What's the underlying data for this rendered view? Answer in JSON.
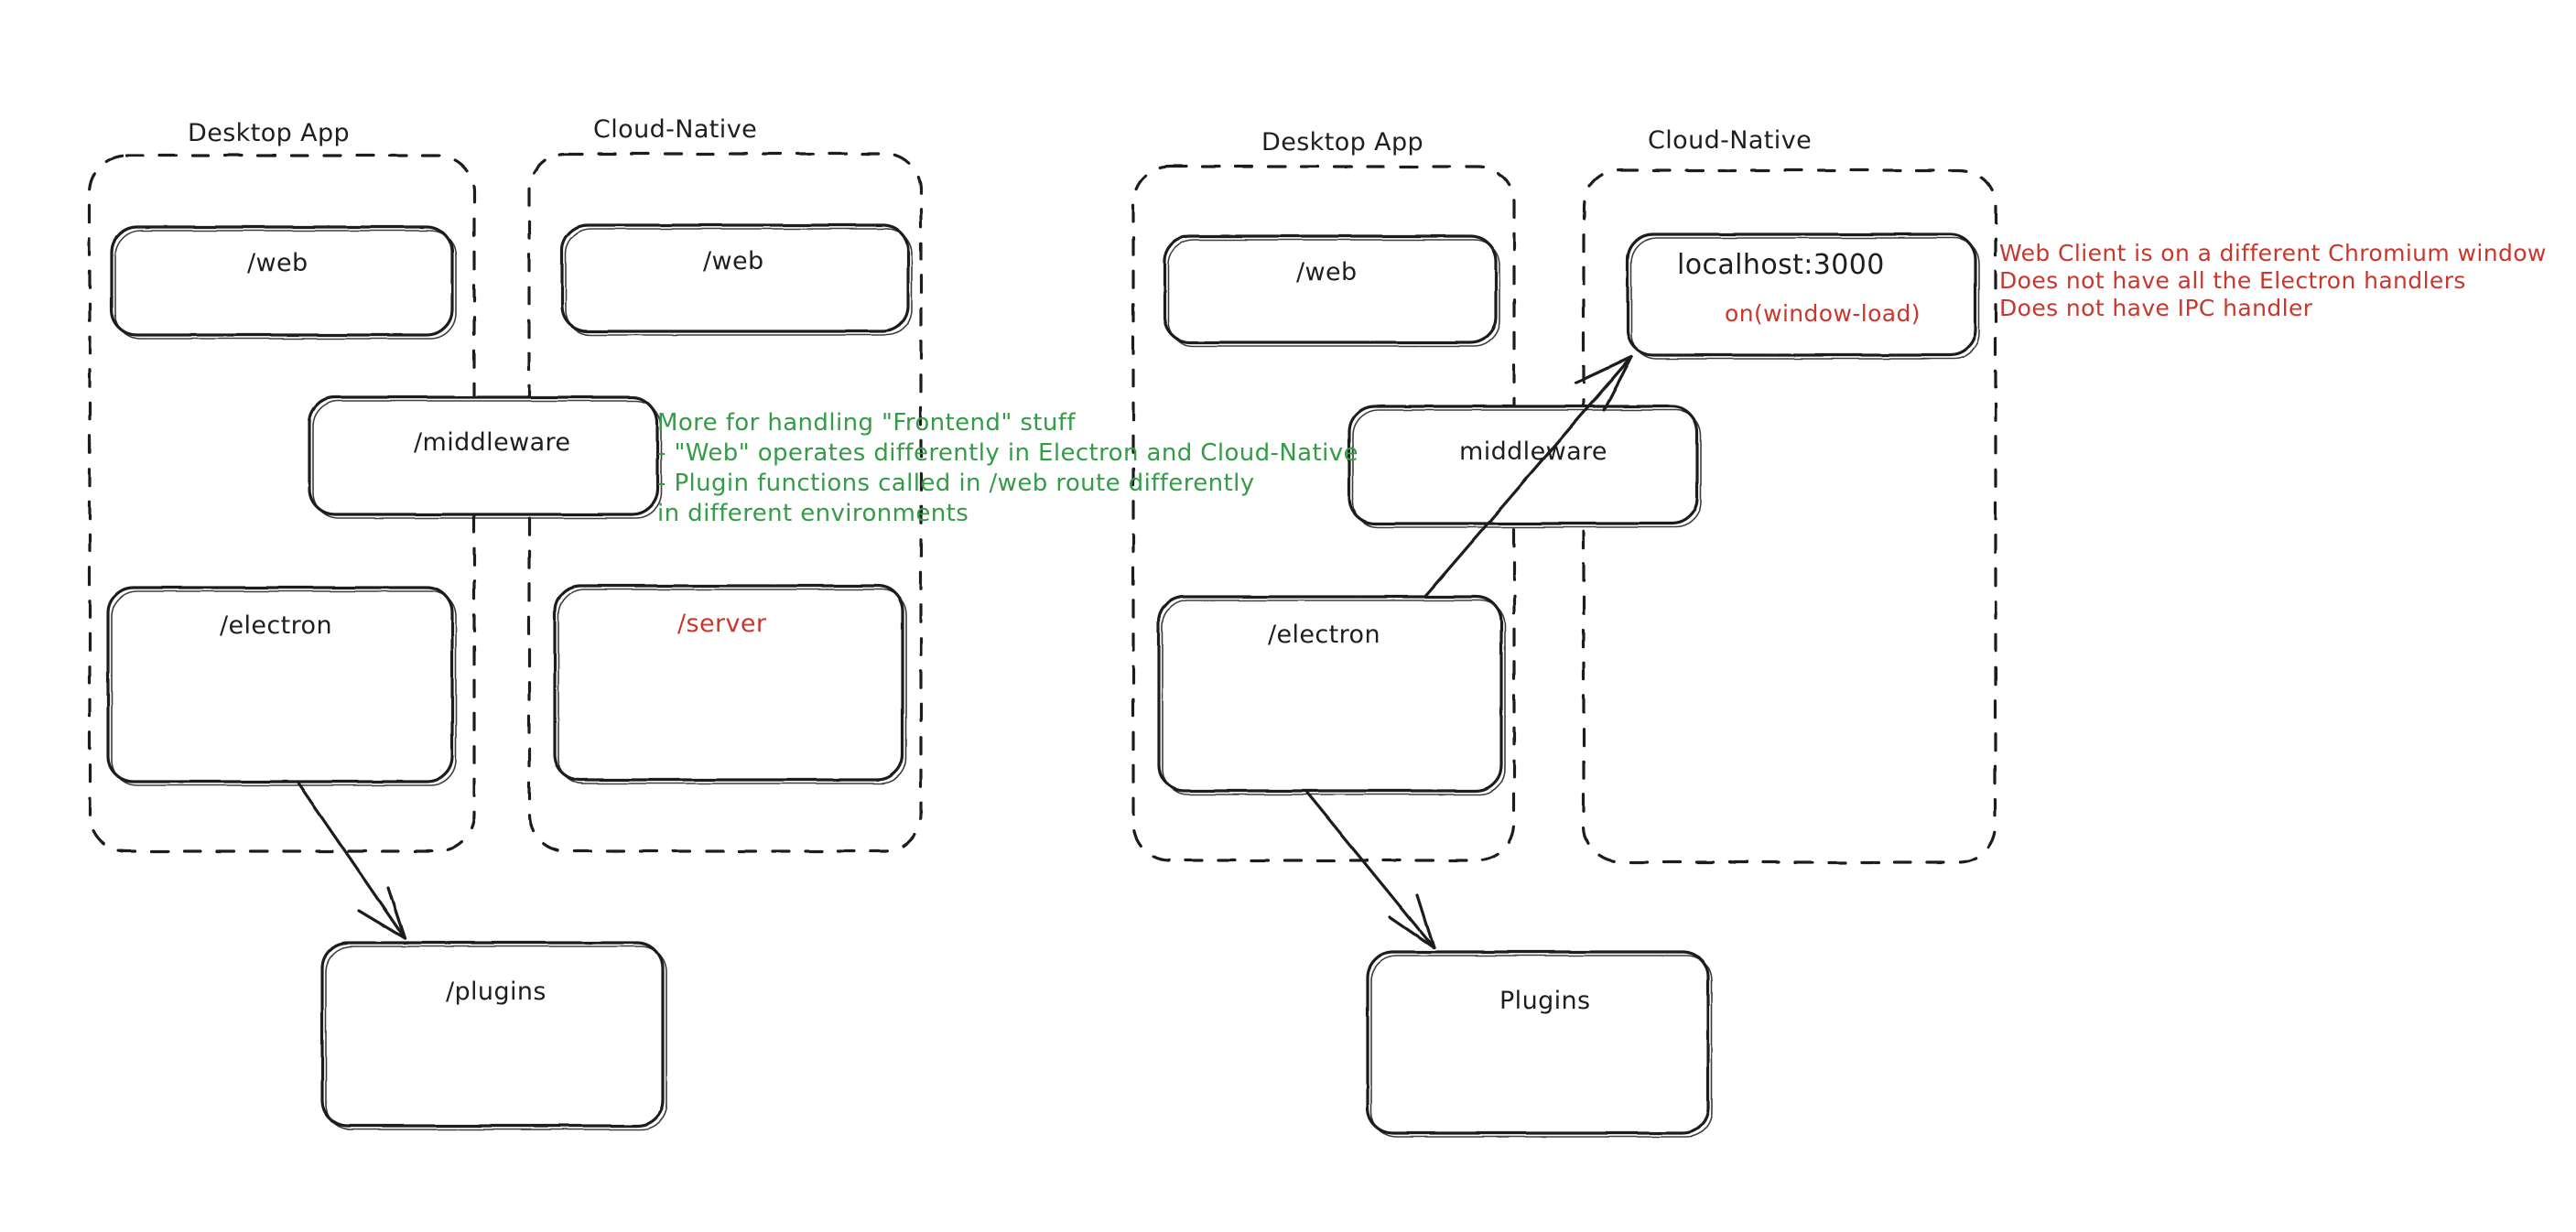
{
  "diagram": {
    "title": "Electron Desktop App vs Cloud-Native architecture sketch",
    "style": "hand-drawn excalidraw",
    "colors": {
      "stroke": "#1e1e1e",
      "red": "#c9372c",
      "green": "#349b46",
      "background": "#ffffff"
    }
  },
  "left_diagram": {
    "groups": [
      {
        "label": "Desktop App"
      },
      {
        "label": "Cloud-Native"
      }
    ],
    "boxes": [
      {
        "label": "/web",
        "color": "#1e1e1e"
      },
      {
        "label": "/web",
        "color": "#1e1e1e"
      },
      {
        "label": "/middleware",
        "color": "#1e1e1e"
      },
      {
        "label": "/electron",
        "color": "#1e1e1e"
      },
      {
        "label": "/server",
        "color": "#c9372c"
      },
      {
        "label": "/plugins",
        "color": "#1e1e1e"
      }
    ],
    "note_green": "More for handling \"Frontend\" stuff\n- \"Web\" operates differently in Electron and Cloud-Native\n- Plugin functions called in /web route differently\nin different environments"
  },
  "right_diagram": {
    "groups": [
      {
        "label": "Desktop App"
      },
      {
        "label": "Cloud-Native"
      }
    ],
    "boxes": [
      {
        "label": "/web",
        "color": "#1e1e1e"
      },
      {
        "label": "localhost:3000",
        "color": "#1e1e1e"
      },
      {
        "label": "on(window-load)",
        "color": "#c9372c"
      },
      {
        "label": "middleware",
        "color": "#1e1e1e"
      },
      {
        "label": "/electron",
        "color": "#1e1e1e"
      },
      {
        "label": "Plugins",
        "color": "#1e1e1e"
      }
    ],
    "note_red": "Web Client is on a different Chromium window\nDoes not have all the Electron handlers\nDoes not have IPC handler"
  }
}
